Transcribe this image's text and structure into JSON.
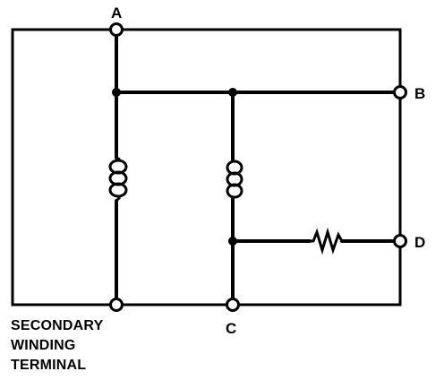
{
  "terminals": {
    "a": "A",
    "b": "B",
    "c": "C",
    "d": "D"
  },
  "caption": {
    "line1": "SECONDARY",
    "line2": "WINDING",
    "line3": "TERMINAL"
  },
  "colors": {
    "wire": "#000000",
    "background": "#ffffff"
  }
}
